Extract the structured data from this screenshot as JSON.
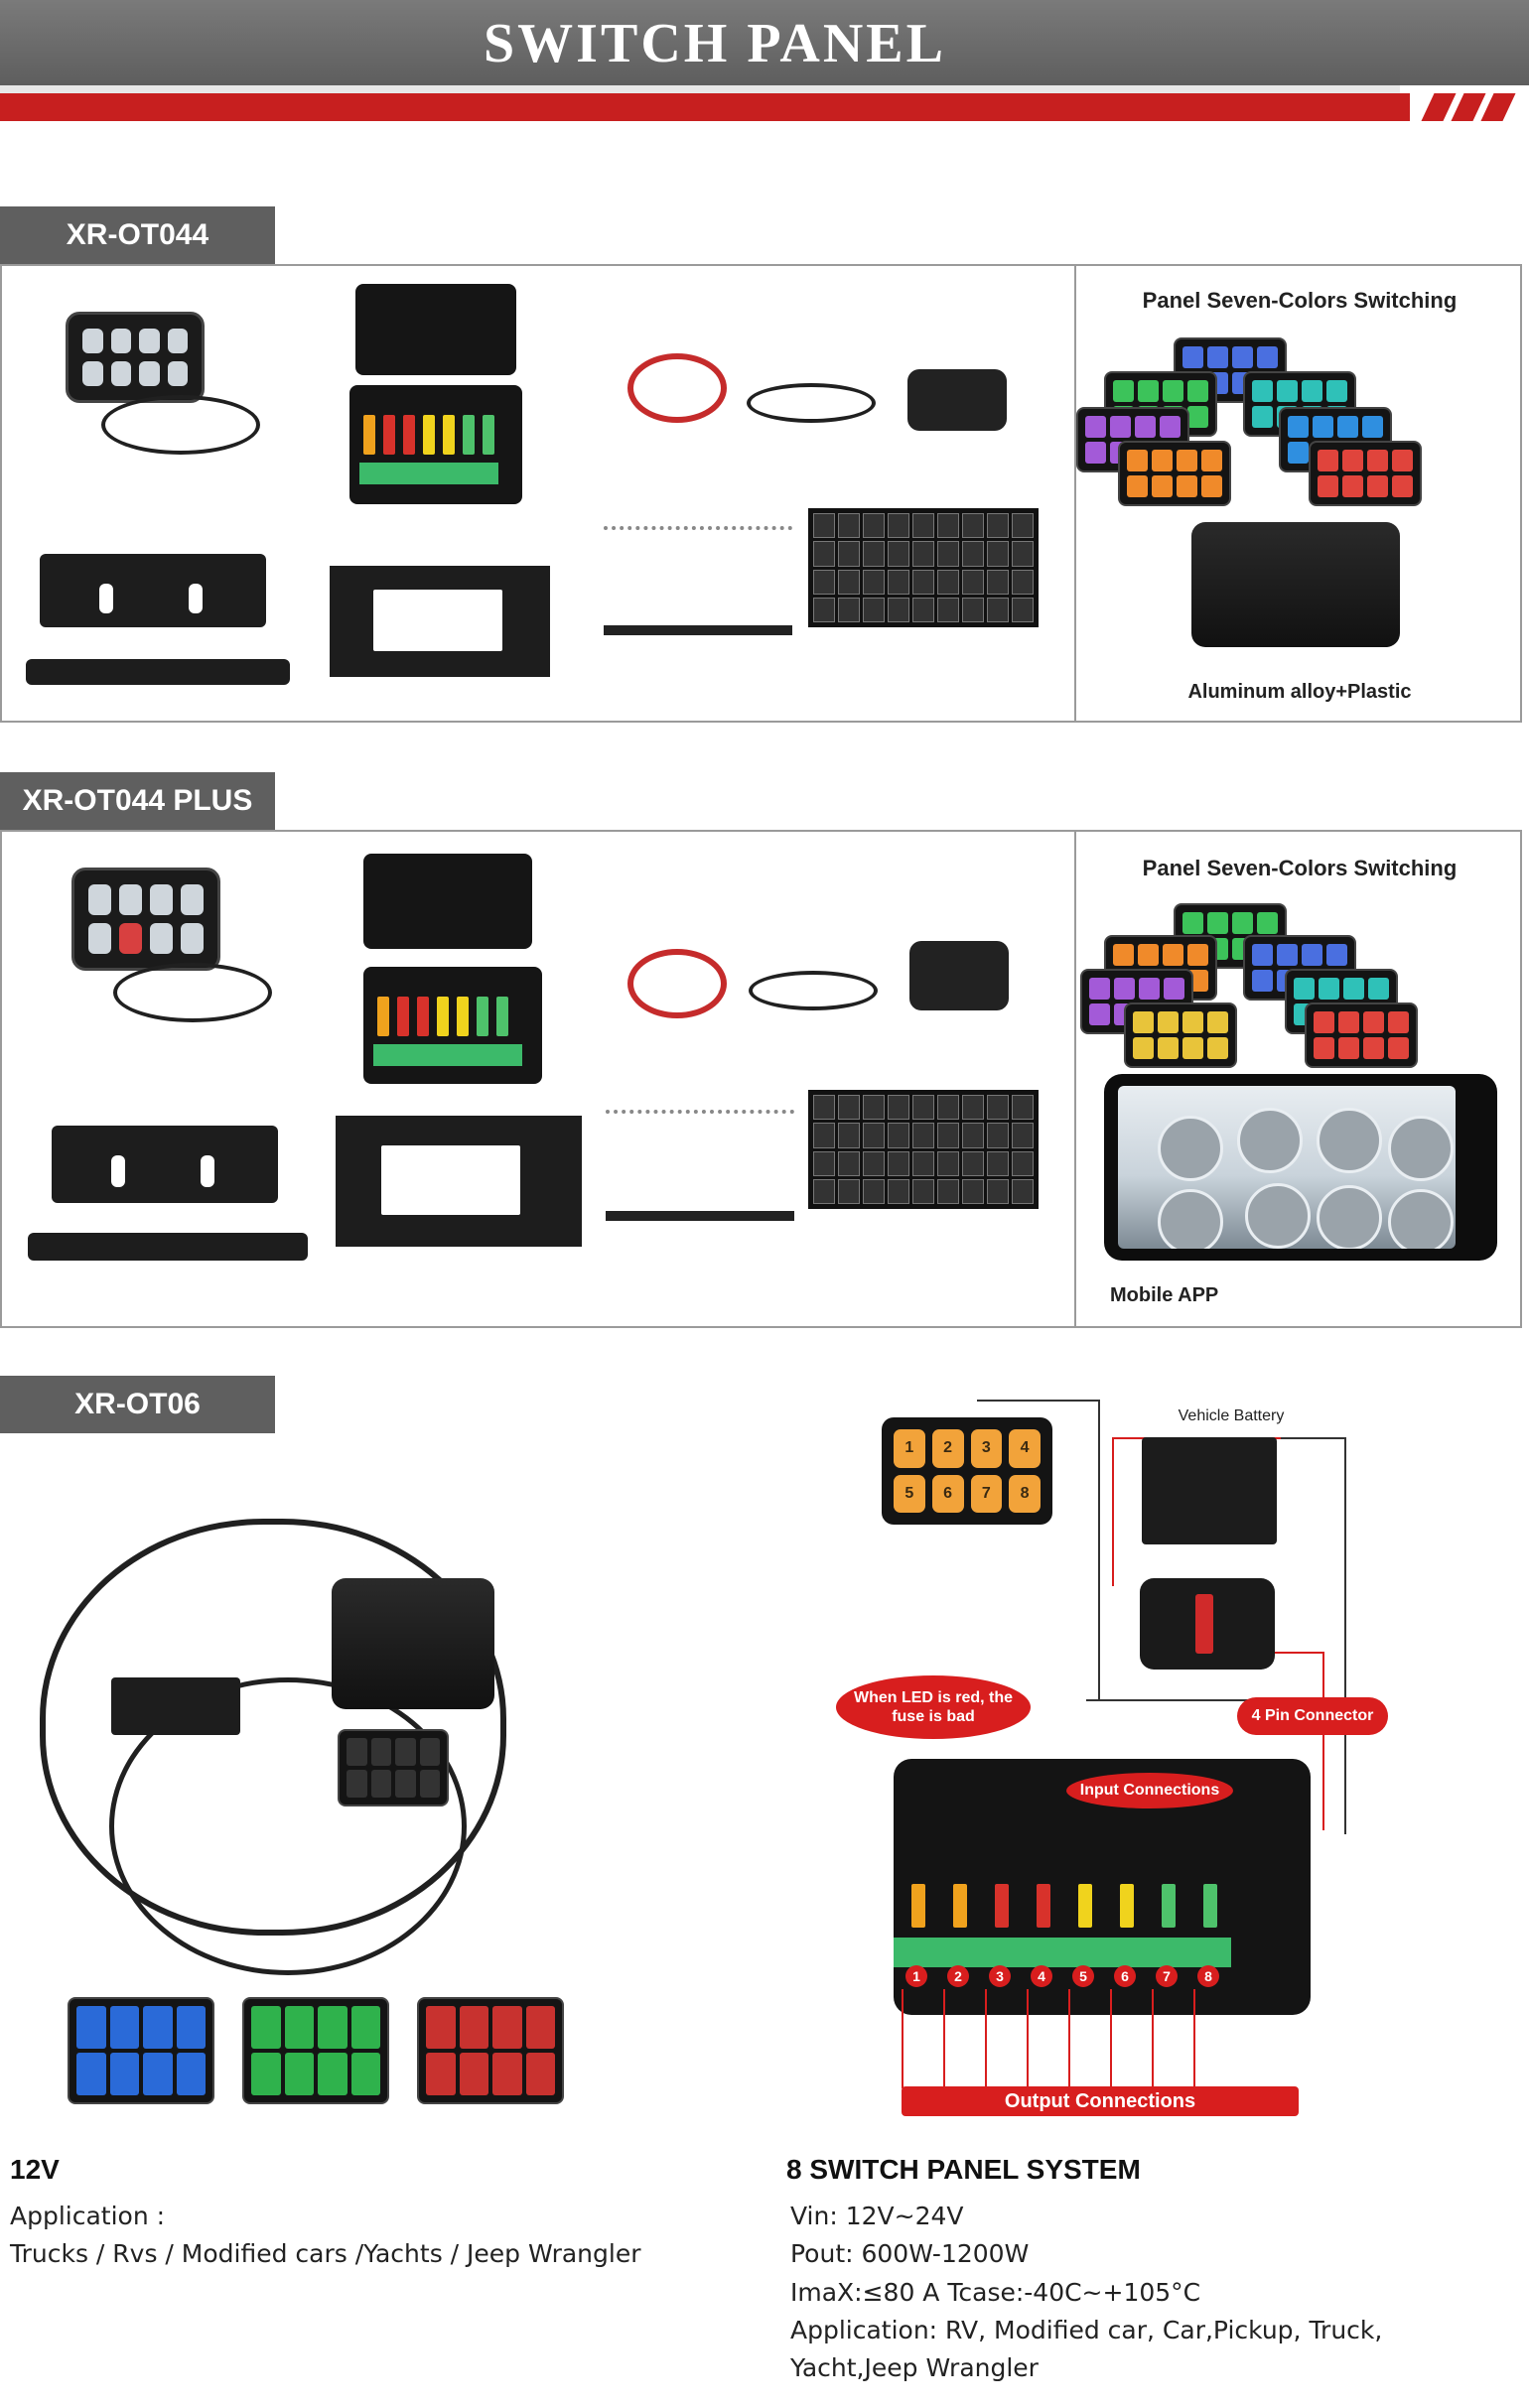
{
  "header": {
    "title": "SWITCH PANEL"
  },
  "sections": [
    {
      "label": "XR-OT044",
      "side_title": "Panel Seven-Colors Switching",
      "side_caption": "Aluminum alloy+Plastic"
    },
    {
      "label": "XR-OT044 PLUS",
      "side_title": "Panel Seven-Colors Switching",
      "side_caption": "Mobile APP"
    },
    {
      "label": "XR-OT06"
    }
  ],
  "diagram": {
    "battery_label": "Vehicle Battery",
    "led_callout": "When LED is red, the fuse is bad",
    "connector_callout": "4 Pin Connector",
    "input_callout": "Input Connections",
    "output_callout": "Output Connections",
    "switch_numbers": [
      "1",
      "2",
      "3",
      "4",
      "5",
      "6",
      "7",
      "8"
    ],
    "output_numbers": [
      "1",
      "2",
      "3",
      "4",
      "5",
      "6",
      "7",
      "8"
    ]
  },
  "left_spec": {
    "voltage": "12V",
    "application_label": "Application :",
    "application_value": "Trucks / Rvs / Modified cars /Yachts / Jeep Wrangler"
  },
  "right_spec": {
    "title": "8 SWITCH PANEL SYSTEM",
    "lines": [
      "Vin: 12V~24V",
      "Pout: 600W-1200W",
      "ImaX:≤80 A Tcase:-40C~+105°C",
      "Application: RV, Modified car, Car,Pickup, Truck,",
      "Yacht,Jeep Wrangler"
    ]
  },
  "colors": {
    "accent_red": "#c71f1f",
    "tab_gray": "#5f5f5f",
    "switch_orange": "#f2a33a"
  }
}
